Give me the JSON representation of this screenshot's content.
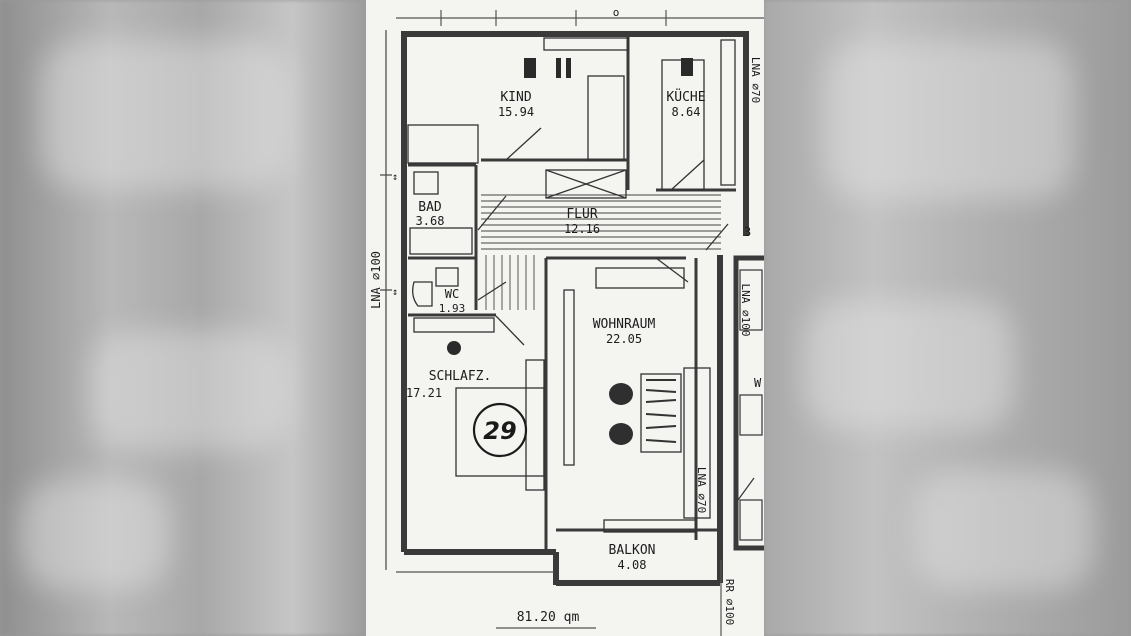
{
  "floor_plan": {
    "rooms": [
      {
        "id": "kind",
        "name": "KIND",
        "area": "15.94"
      },
      {
        "id": "kueche",
        "name": "KÜCHE",
        "area": "8.64"
      },
      {
        "id": "bad",
        "name": "BAD",
        "area": "3.68"
      },
      {
        "id": "flur",
        "name": "FLUR",
        "area": "12.16"
      },
      {
        "id": "wc",
        "name": "WC",
        "area": "1.93"
      },
      {
        "id": "wohnraum",
        "name": "WOHNRAUM",
        "area": "22.05"
      },
      {
        "id": "schlafz",
        "name": "SCHLAFZ.",
        "area": "17.21"
      },
      {
        "id": "balkon",
        "name": "BALKON",
        "area": "4.08"
      }
    ],
    "unit_number": "29",
    "total_area": "81.20 qm",
    "pipe_labels": {
      "left": "LNA ⌀100",
      "top_right": "LNA ⌀70",
      "right_mid": "LNA ⌀100",
      "inner": "LNA ⌀70",
      "bottom_right": "RR ⌀100"
    },
    "marks": {
      "right_edge": "3",
      "neighbor_room": "W",
      "top_circle": "o",
      "left_tick_a": "↕",
      "left_tick_b": "↕"
    },
    "colors": {
      "wall": "#3a3a3a",
      "paper": "#f4f4f1",
      "ink": "#1c1c1c"
    }
  }
}
